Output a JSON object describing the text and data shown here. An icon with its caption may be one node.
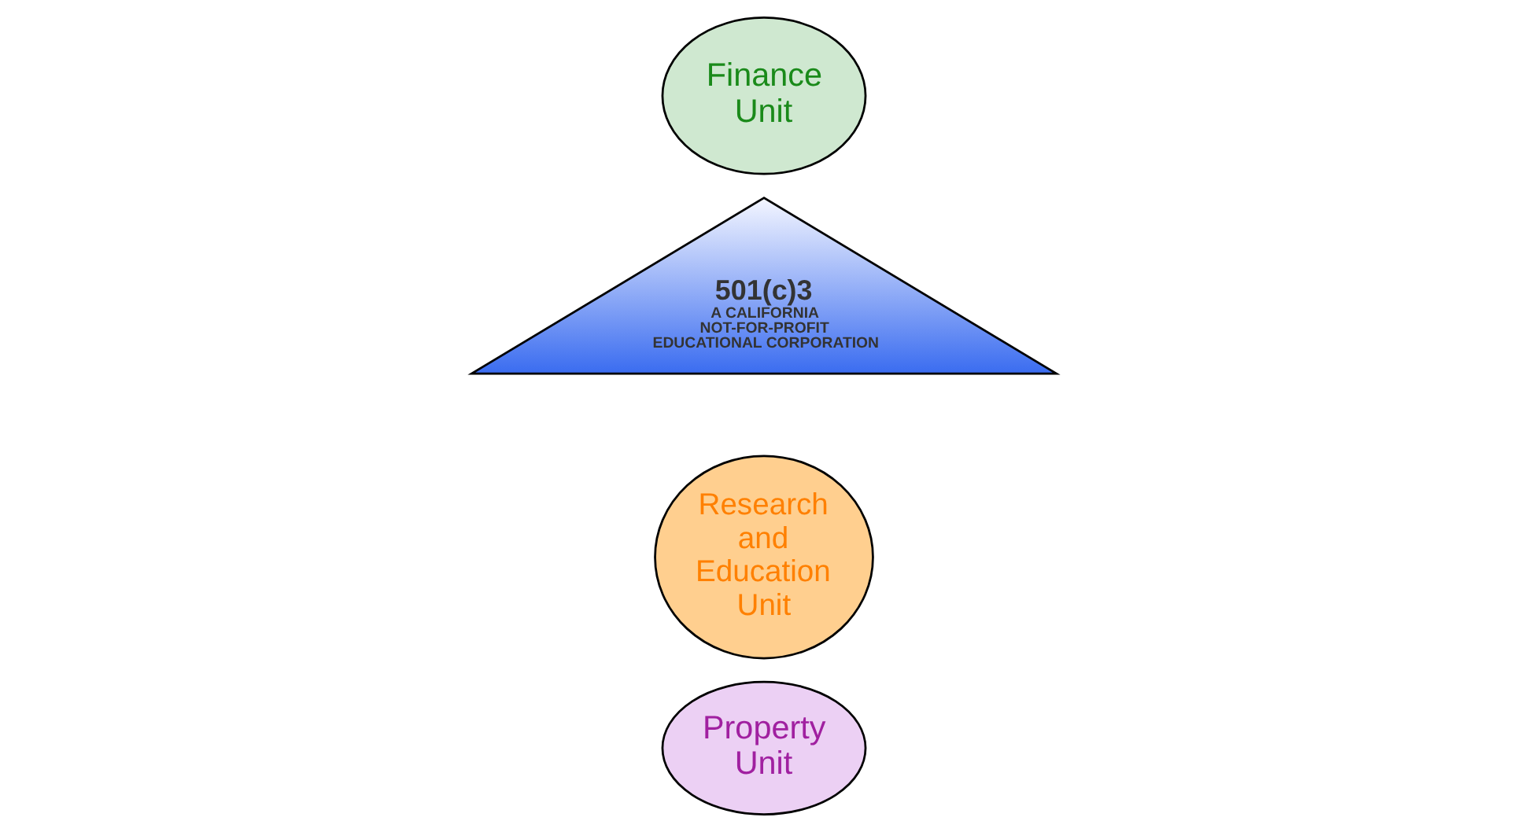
{
  "diagram": {
    "nodes": [
      {
        "text": [
          "Property Unit"
        ]
      },
      {
        "text": [
          "Research and Education Unit"
        ]
      },
      {
        "text": [
          "501(c)3",
          "A CALIFORNIA NOT-FOR-PROFIT EDUCATIONAL CORPORATION"
        ]
      },
      {
        "text": [
          "Finance Unit"
        ]
      }
    ],
    "edges": []
  }
}
